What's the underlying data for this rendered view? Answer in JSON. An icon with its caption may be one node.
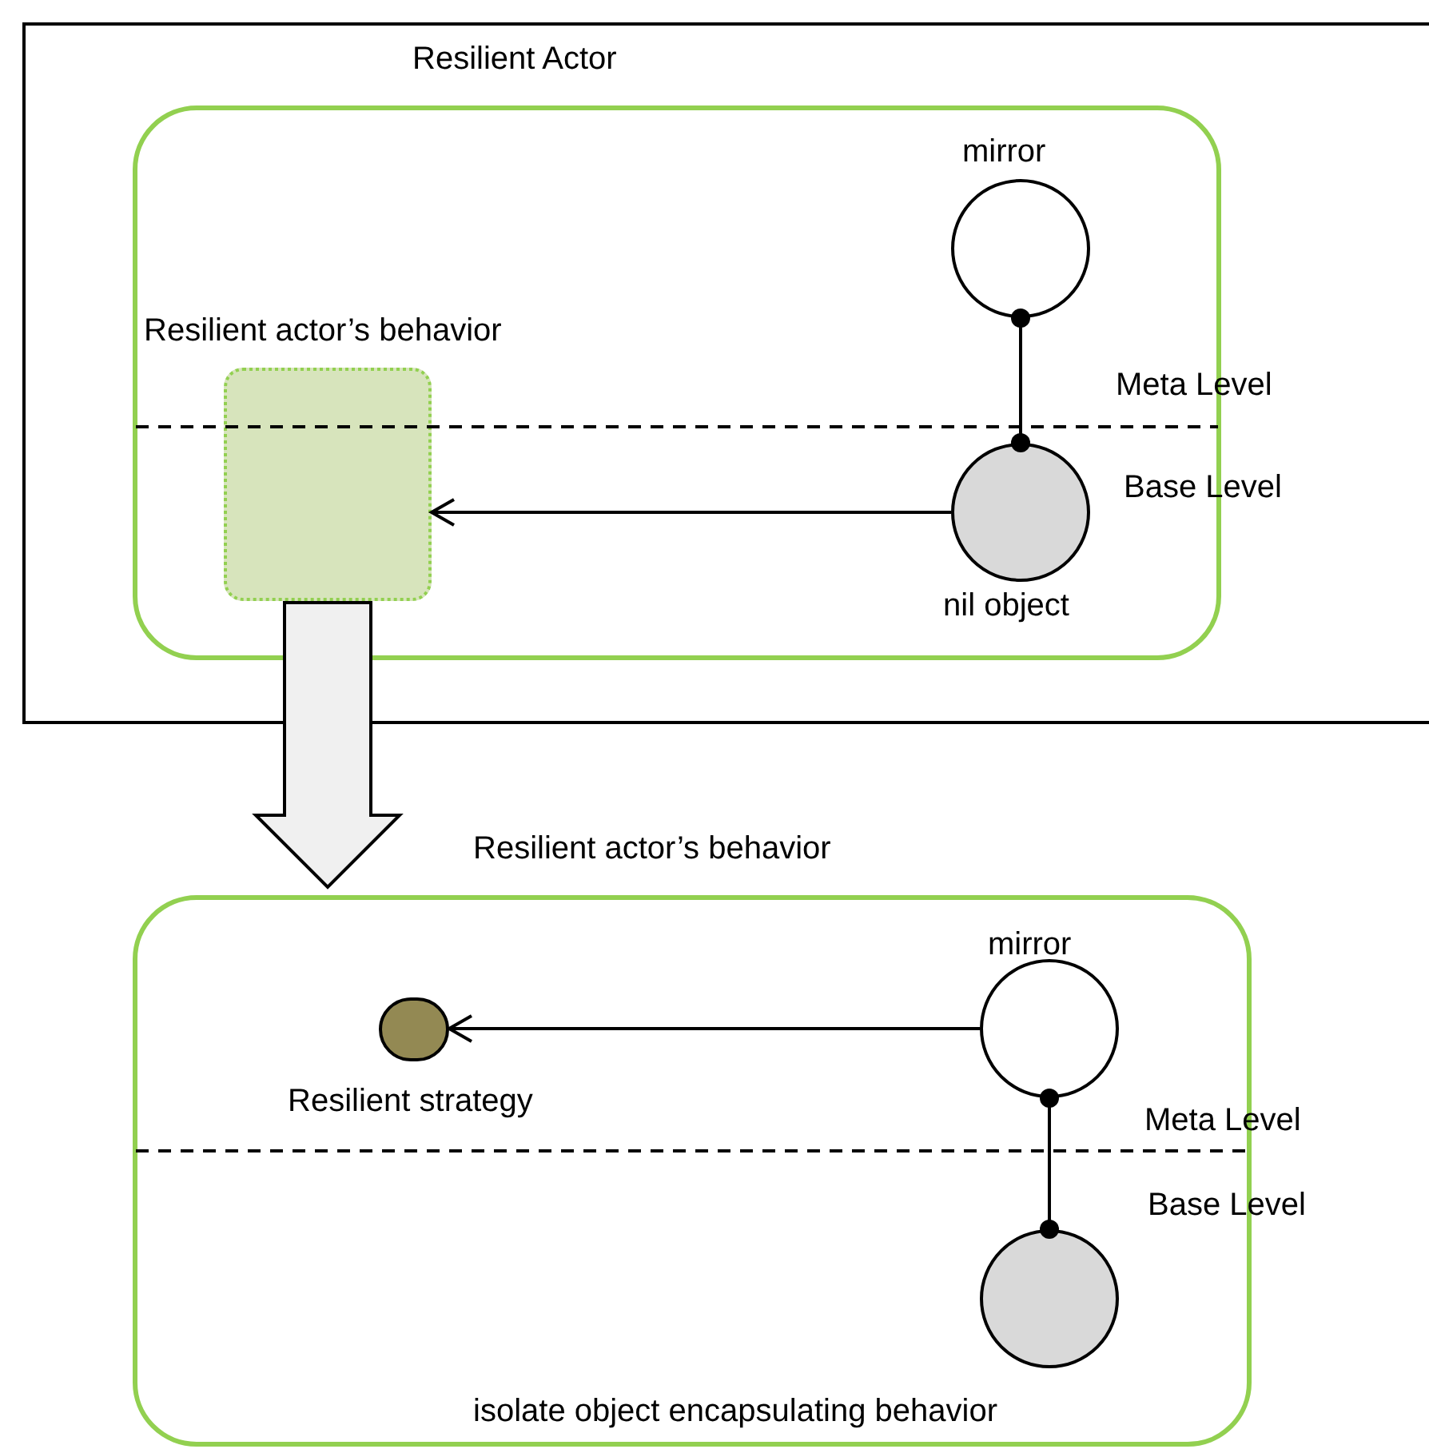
{
  "diagram": {
    "nodes": [
      {
        "text": [
          "Resilient Actor"
        ]
      },
      {
        "text": [],
        "shape": "box",
        "in": 0
      },
      {
        "text": [
          "Resilient actor’s behavior"
        ],
        "in": 1
      },
      {
        "text": [
          "mirror"
        ],
        "in": 1
      },
      {
        "text": [
          "nil object"
        ],
        "in": 1
      },
      {
        "text": [
          "Resilient actor’s behavior"
        ]
      },
      {
        "text": [
          "Resilient strategy"
        ],
        "in": 5
      },
      {
        "text": [
          "mirror"
        ],
        "in": 5
      },
      {
        "text": [
          "isolate object encapsulating behavior"
        ],
        "in": 5
      }
    ],
    "edges": [
      {
        "from": 4,
        "to": 2,
        "arrow": "to"
      },
      {
        "from": 3,
        "to": 4,
        "arrow": "other"
      },
      {
        "from": 2,
        "to": 5,
        "arrow": "to",
        "style": "thick"
      },
      {
        "from": 7,
        "to": 6,
        "arrow": "to"
      },
      {
        "from": 7,
        "to": 8,
        "arrow": "other"
      }
    ],
    "labels": [
      "Meta Level",
      "Base Level",
      "Meta Level",
      "Base Level"
    ]
  }
}
